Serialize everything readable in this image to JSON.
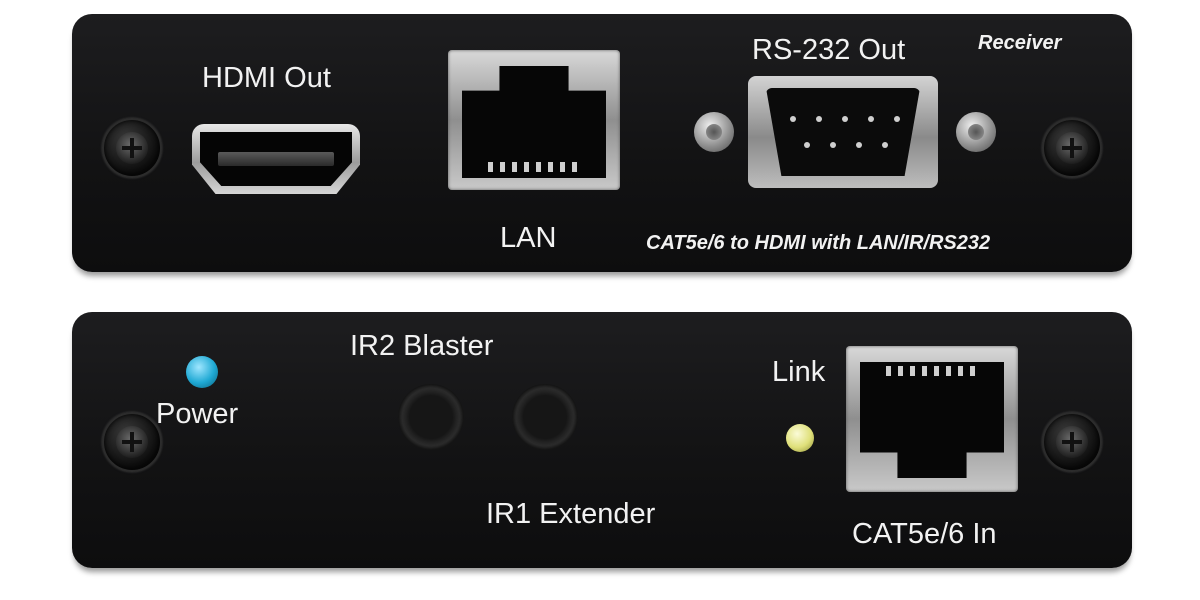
{
  "top_panel": {
    "hdmi_out_label": "HDMI Out",
    "lan_label": "LAN",
    "rs232_label": "RS-232 Out",
    "receiver_label": "Receiver",
    "product_label": "CAT5e/6 to HDMI with LAN/IR/RS232"
  },
  "bottom_panel": {
    "power_label": "Power",
    "ir2_label": "IR2 Blaster",
    "ir1_label": "IR1 Extender",
    "link_label": "Link",
    "cat_in_label": "CAT5e/6 In"
  },
  "colors": {
    "panel": "#141415",
    "text": "#f2f2f2",
    "power_led": "#1fa9d4",
    "link_led": "#dfe07a"
  }
}
